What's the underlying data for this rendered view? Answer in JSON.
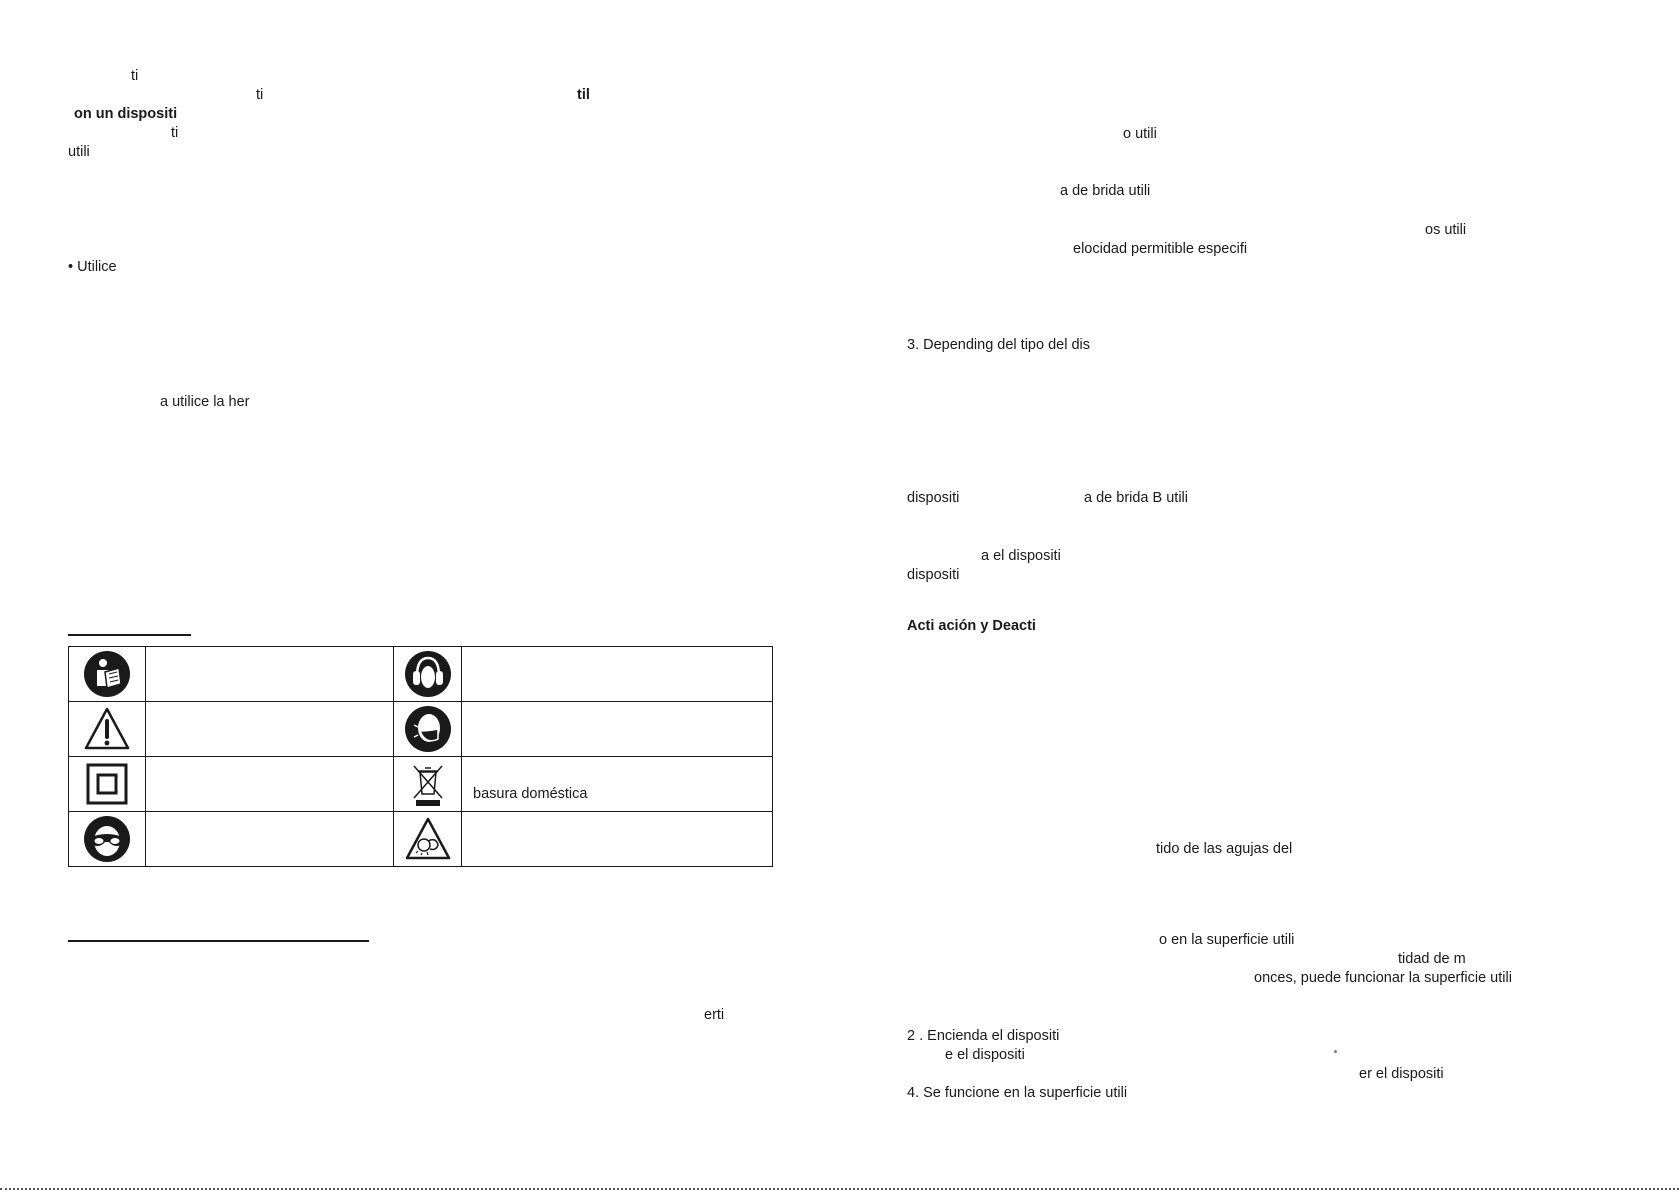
{
  "left_page": {
    "fragments": [
      "ti",
      "ti",
      "til",
      "on un dispositi",
      "ti",
      "utili",
      "• Utilice",
      "a utilice la her"
    ],
    "symbols_table": {
      "rows": [
        {
          "left_icon": "read-manual-icon",
          "left_text": "",
          "right_icon": "ear-protection-icon",
          "right_text": ""
        },
        {
          "left_icon": "warning-triangle-icon",
          "left_text": "",
          "right_icon": "dust-mask-icon",
          "right_text": ""
        },
        {
          "left_icon": "double-insulation-icon",
          "left_text": "",
          "right_icon": "weee-crossed-bin-icon",
          "right_text": "basura doméstica"
        },
        {
          "left_icon": "eye-protection-icon",
          "left_text": "",
          "right_icon": "hand-injury-warning-icon",
          "right_text": ""
        }
      ]
    },
    "bottom_fragment": "erti"
  },
  "right_page": {
    "fragments": [
      "o utili",
      "a de brida utili",
      "os utili",
      "elocidad permitible especifi",
      "3. Depending del tipo del dis",
      "dispositi",
      "a de brida B utili",
      "a el dispositi",
      "dispositi",
      "Acti  ación y Deacti",
      "tido de las agujas del",
      "o en la superficie utili",
      "tidad de m",
      "onces, puede funcionar la superficie utili",
      "2 . Encienda el dispositi",
      "e el dispositi",
      "er el dispositi",
      "4. Se funcione en la superficie utili"
    ]
  },
  "colors": {
    "ink": "#1a1a1a",
    "background": "#ffffff",
    "dot": "#7a7a9a"
  }
}
